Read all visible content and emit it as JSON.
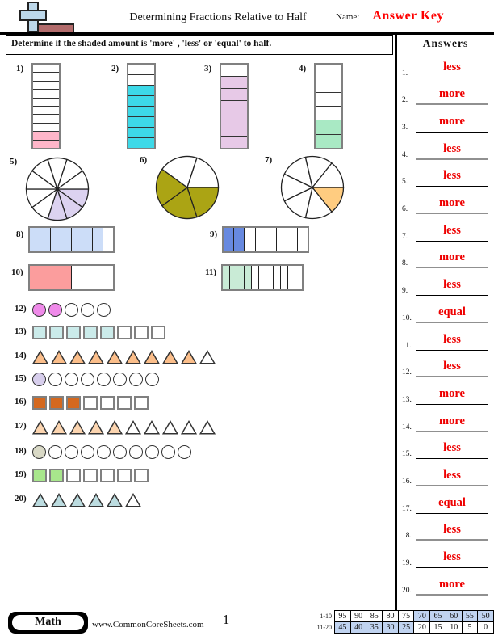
{
  "header": {
    "title": "Determining Fractions Relative to Half",
    "name_label": "Name:",
    "name_value": "Answer Key"
  },
  "instruction": "Determine if the shaded amount is 'more' , 'less' or 'equal' to half.",
  "answers_header": "Answers",
  "colors": {
    "answer_red": "#EE0000",
    "key_red": "#FF0000",
    "score_highlight": "#C0D3F0",
    "logo_blue": "#BDD8EA",
    "logo_base_red": "#B26B6B"
  },
  "problems": [
    {
      "label": "1)",
      "type": "vbar",
      "total": 10,
      "shaded": 2,
      "shaded_side": "bottom",
      "color": "#FFB6C9"
    },
    {
      "label": "2)",
      "type": "vbar",
      "total": 8,
      "shaded": 6,
      "shaded_side": "bottom",
      "color": "#3DD9E8"
    },
    {
      "label": "3)",
      "type": "vbar",
      "total": 7,
      "shaded": 6,
      "shaded_side": "bottom",
      "color": "#E7C9E7"
    },
    {
      "label": "4)",
      "type": "vbar",
      "total": 6,
      "shaded": 2,
      "shaded_side": "bottom",
      "color": "#A9E9C4"
    },
    {
      "label": "5)",
      "type": "pie",
      "total": 10,
      "shaded": 3,
      "start_deg": 0,
      "direction": "clockwise",
      "color": "#DCD2F0"
    },
    {
      "label": "6)",
      "type": "pie",
      "total": 5,
      "shaded": 3,
      "start_deg": 0,
      "direction": "clockwise",
      "color": "#ABA414"
    },
    {
      "label": "7)",
      "type": "pie",
      "total": 7,
      "shaded": 1,
      "start_deg": 0,
      "direction": "clockwise",
      "color": "#FFCC80"
    },
    {
      "label": "8)",
      "type": "hbar",
      "total": 8,
      "shaded": 7,
      "shaded_side": "left",
      "color": "#CCDDF8"
    },
    {
      "label": "9)",
      "type": "hbar",
      "total": 8,
      "shaded": 2,
      "shaded_side": "left",
      "color": "#6789E0"
    },
    {
      "label": "10)",
      "type": "hbar",
      "total": 2,
      "shaded": 1,
      "shaded_side": "left",
      "color": "#FB9D9D"
    },
    {
      "label": "11)",
      "type": "hbar",
      "total": 11,
      "shaded": 4,
      "shaded_side": "left",
      "color": "#C9EBD6"
    },
    {
      "label": "12)",
      "type": "shapes",
      "shape": "circle",
      "total": 5,
      "shaded": 2,
      "shaded_side": "left",
      "color": "#EF8AE9"
    },
    {
      "label": "13)",
      "type": "shapes",
      "shape": "square",
      "total": 8,
      "shaded": 5,
      "shaded_side": "left",
      "color": "#CBEBEA"
    },
    {
      "label": "14)",
      "type": "shapes",
      "shape": "triangle",
      "total": 10,
      "shaded": 9,
      "shaded_side": "left",
      "color": "#FBBE8A"
    },
    {
      "label": "15)",
      "type": "shapes",
      "shape": "circle",
      "total": 8,
      "shaded": 1,
      "shaded_side": "left",
      "color": "#D7CEEC"
    },
    {
      "label": "16)",
      "type": "shapes",
      "shape": "square",
      "total": 7,
      "shaded": 3,
      "shaded_side": "left",
      "color": "#D4681E"
    },
    {
      "label": "17)",
      "type": "shapes",
      "shape": "triangle",
      "total": 10,
      "shaded": 5,
      "shaded_side": "left",
      "color": "#FCD5B0"
    },
    {
      "label": "18)",
      "type": "shapes",
      "shape": "circle",
      "total": 10,
      "shaded": 1,
      "shaded_side": "left",
      "color": "#D9D9C6"
    },
    {
      "label": "19)",
      "type": "shapes",
      "shape": "square",
      "total": 7,
      "shaded": 2,
      "shaded_side": "left",
      "color": "#A8E68C"
    },
    {
      "label": "20)",
      "type": "shapes",
      "shape": "triangle",
      "total": 6,
      "shaded": 5,
      "shaded_side": "left",
      "color": "#BCDCE0"
    }
  ],
  "answers": [
    {
      "label": "1.",
      "value": "less"
    },
    {
      "label": "2.",
      "value": "more"
    },
    {
      "label": "3.",
      "value": "more"
    },
    {
      "label": "4.",
      "value": "less"
    },
    {
      "label": "5.",
      "value": "less"
    },
    {
      "label": "6.",
      "value": "more"
    },
    {
      "label": "7.",
      "value": "less"
    },
    {
      "label": "8.",
      "value": "more"
    },
    {
      "label": "9.",
      "value": "less"
    },
    {
      "label": "10.",
      "value": "equal"
    },
    {
      "label": "11.",
      "value": "less"
    },
    {
      "label": "12.",
      "value": "less"
    },
    {
      "label": "13.",
      "value": "more"
    },
    {
      "label": "14.",
      "value": "more"
    },
    {
      "label": "15.",
      "value": "less"
    },
    {
      "label": "16.",
      "value": "less"
    },
    {
      "label": "17.",
      "value": "equal"
    },
    {
      "label": "18.",
      "value": "less"
    },
    {
      "label": "19.",
      "value": "less"
    },
    {
      "label": "20.",
      "value": "more"
    }
  ],
  "footer": {
    "subject": "Math",
    "website": "www.CommonCoreSheets.com",
    "page_number": "1",
    "score_table": {
      "row_labels": [
        "1-10",
        "11-20"
      ],
      "rows": [
        [
          "95",
          "90",
          "85",
          "80",
          "75",
          "70",
          "65",
          "60",
          "55",
          "50"
        ],
        [
          "45",
          "40",
          "35",
          "30",
          "25",
          "20",
          "15",
          "10",
          "5",
          "0"
        ]
      ],
      "highlighted_cells": [
        [
          5,
          6,
          7,
          8,
          9
        ],
        [
          0,
          1,
          2,
          3,
          4
        ]
      ]
    }
  }
}
